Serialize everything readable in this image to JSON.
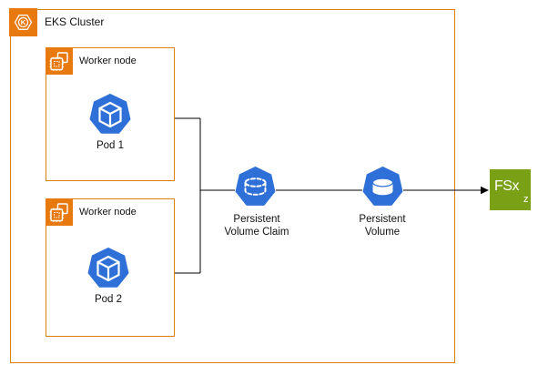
{
  "diagram": {
    "cluster": {
      "label": "EKS Cluster",
      "icon": "eks-icon",
      "icon_letter": "K"
    },
    "worker_nodes": [
      {
        "label": "Worker node",
        "icon": "instance-icon",
        "pod": {
          "label": "Pod 1",
          "icon": "k8s-pod-icon"
        }
      },
      {
        "label": "Worker node",
        "icon": "instance-icon",
        "pod": {
          "label": "Pod 2",
          "icon": "k8s-pod-icon"
        }
      }
    ],
    "pvc": {
      "line1": "Persistent",
      "line2": "Volume Claim",
      "icon": "k8s-persistent-volume-claim-icon"
    },
    "pv": {
      "line1": "Persistent",
      "line2": "Volume",
      "icon": "k8s-persistent-volume-icon"
    },
    "fsx": {
      "label": "FSx",
      "sub": "z",
      "icon": "fsx-openzfs-icon"
    },
    "colors": {
      "orange_fill": "#E8790E",
      "orange_border": "#DB820D",
      "k8s_blue": "#2E6FD8",
      "fsx_green": "#7AA116",
      "connector_black": "#000000"
    }
  }
}
